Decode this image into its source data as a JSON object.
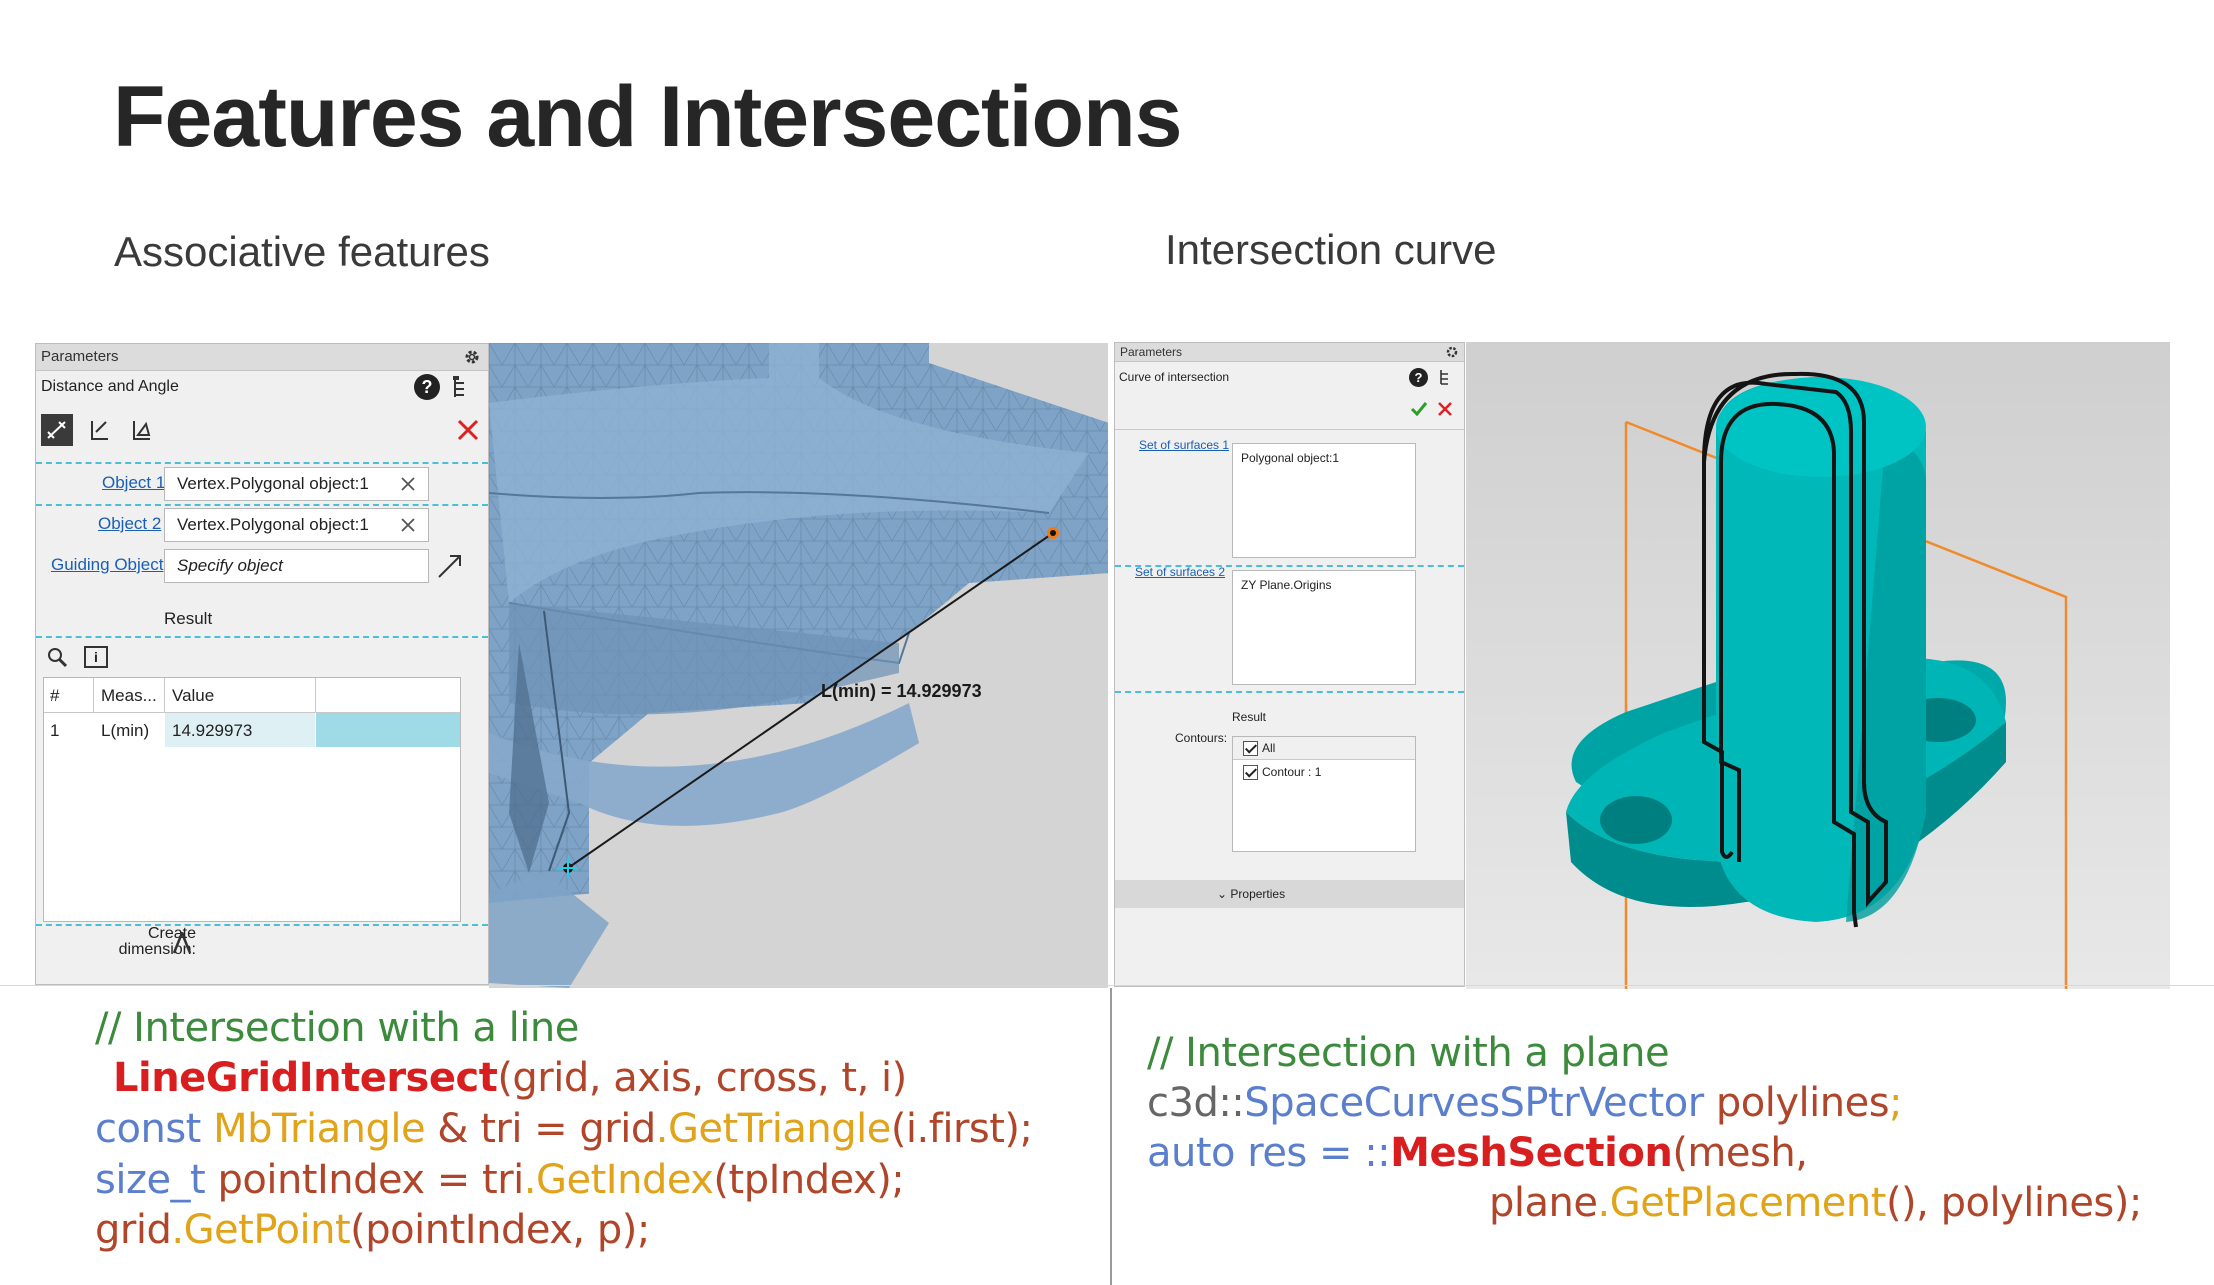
{
  "title": "Features and Intersections",
  "left": {
    "subtitle": "Associative features",
    "panel": {
      "header": "Parameters",
      "mode": "Distance and Angle",
      "object1_label": "Object 1",
      "object1_value": "Vertex.Polygonal object:1",
      "object2_label": "Object 2",
      "object2_value": "Vertex.Polygonal object:1",
      "guiding_label": "Guiding Object",
      "guiding_placeholder": "Specify object",
      "result_label": "Result",
      "table": {
        "headers": [
          "#",
          "Meas...",
          "Value"
        ],
        "rows": [
          {
            "index": "1",
            "measure": "L(min)",
            "value": "14.929973"
          }
        ]
      },
      "create_dimension": "Create dimension:"
    },
    "viewport_label": "L(min) = 14.929973",
    "code": {
      "line1": "// Intersection with a line",
      "line2_fn": "LineGridIntersect",
      "line2_args": "(grid, axis, cross, t, i)",
      "line3_kw": "const",
      "line3_type": "MbTriangle",
      "line3_a": " & ",
      "line3_b": "tri = grid",
      "line3_dot": ".",
      "line3_m": "GetTriangle",
      "line3_c": "(i.first);",
      "line4_kw": "size_t",
      "line4_a": " pointIndex = tri",
      "line4_dot": ".",
      "line4_m": "GetIndex",
      "line4_c": "(tpIndex);",
      "line5_a": "grid",
      "line5_dot": ".",
      "line5_m": "GetPoint",
      "line5_c": "(pointIndex, p);"
    }
  },
  "right": {
    "subtitle": "Intersection curve",
    "panel": {
      "header": "Parameters",
      "mode": "Curve of intersection",
      "set1_label": "Set of surfaces 1",
      "set1_value": "Polygonal object:1",
      "set2_label": "Set of surfaces 2",
      "set2_value": "ZY Plane.Origins",
      "result_label": "Result",
      "contours_label": "Contours:",
      "contour_items": [
        "All",
        "Contour : 1"
      ],
      "properties_label": "Properties"
    },
    "code": {
      "line1": "// Intersection with a plane",
      "line2_ns": "c3d::",
      "line2_type": "SpaceCurvesSPtrVector",
      "line2_var": " polylines",
      "line2_end": ";",
      "line3_kw": "auto",
      "line3_a": " res = ::",
      "line3_fn": "MeshSection",
      "line3_b": "(mesh,",
      "line4_a": "plane",
      "line4_dot": ".",
      "line4_m": "GetPlacement",
      "line4_b": "(), polylines);"
    }
  },
  "colors": {
    "mesh": "#7fa3c6",
    "teal": "#00b5b5",
    "accent_cyan": "#4ac0d8",
    "close_red": "#e02020",
    "ok_green": "#2aa02a"
  }
}
